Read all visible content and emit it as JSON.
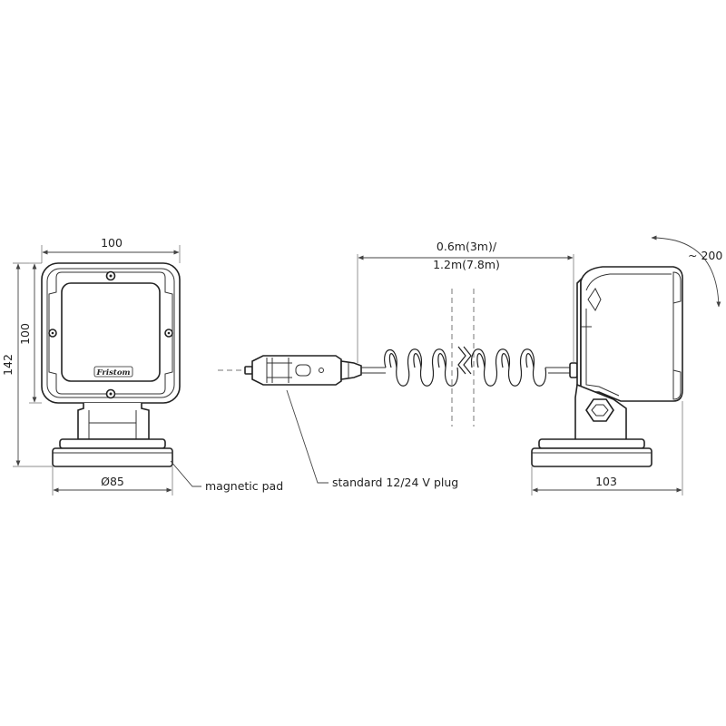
{
  "dimensions": {
    "front_width": "100",
    "front_height_lamp": "100",
    "front_height_total": "142",
    "base_diameter": "Ø85",
    "side_depth": "103",
    "cable_length_line1": "0.6m(3m)/",
    "cable_length_line2": "1.2m(7.8m)",
    "rotation": "~ 200 °"
  },
  "callouts": {
    "magnetic_pad": "magnetic pad",
    "plug": "standard 12/24 V plug"
  },
  "logo_text": "Fristom"
}
